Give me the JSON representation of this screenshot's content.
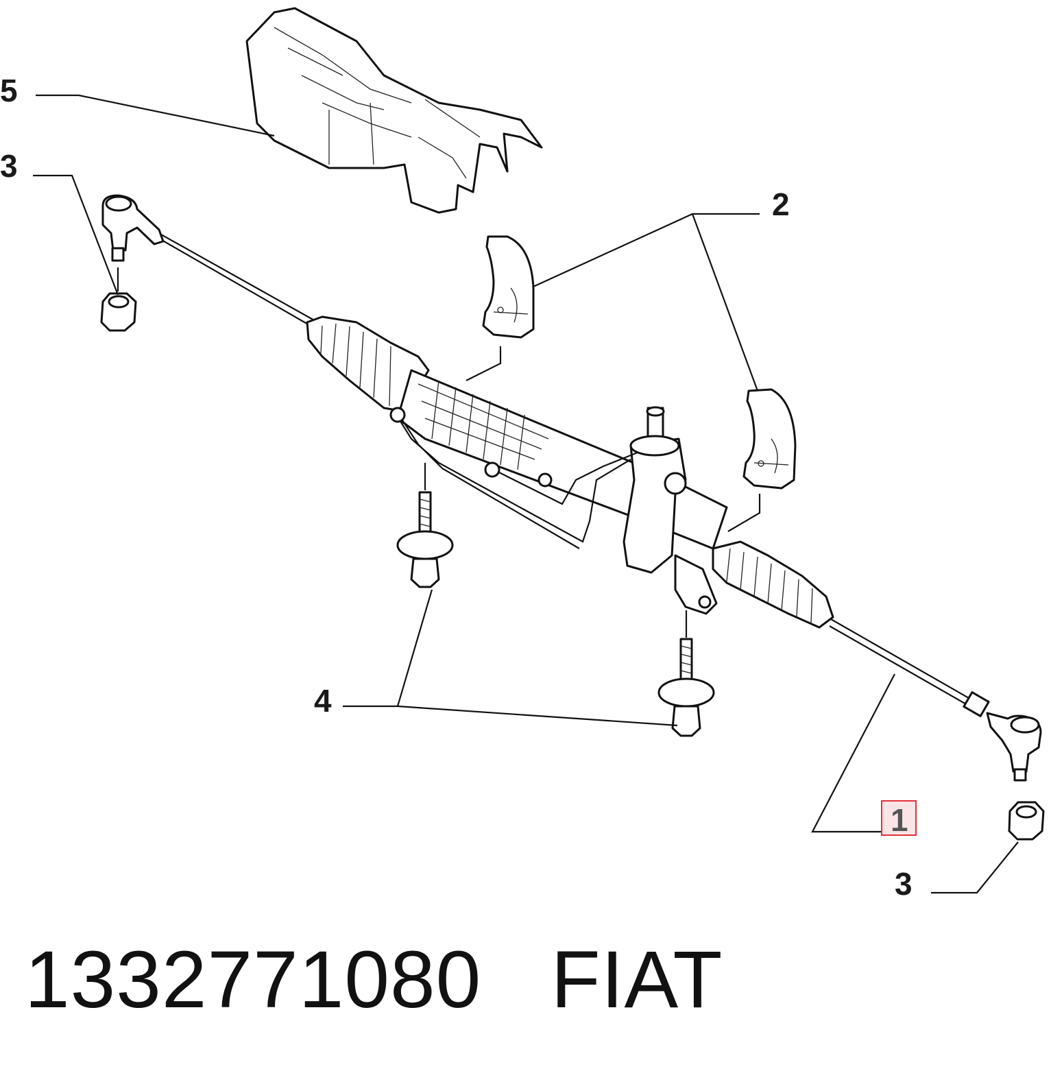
{
  "diagram": {
    "callouts": [
      {
        "id": "c5",
        "label": "5"
      },
      {
        "id": "c3a",
        "label": "3"
      },
      {
        "id": "c2",
        "label": "2"
      },
      {
        "id": "c4",
        "label": "4"
      },
      {
        "id": "c1",
        "label": "1",
        "highlighted": true
      },
      {
        "id": "c3b",
        "label": "3"
      }
    ],
    "highlight_color": "#e0303a"
  },
  "caption": {
    "part_number": "1332771080",
    "brand": "FIAT"
  }
}
